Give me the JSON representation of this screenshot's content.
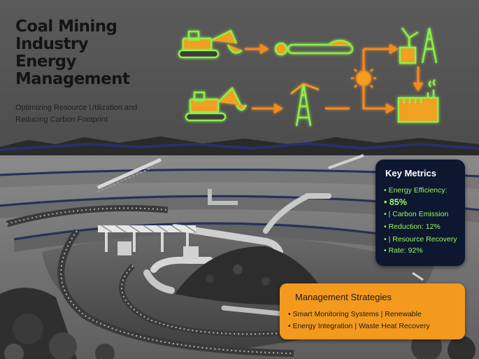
{
  "title": {
    "line1": "Coal Mining",
    "line2": "Industry",
    "line3": "Energy",
    "line4": "Management"
  },
  "subtitle": {
    "line1": "Optimizing Resource Utilization and",
    "line2": "Reducing Carbon Footprint"
  },
  "flow_icons": [
    "bulldozer-icon",
    "conveyor-icon",
    "wind-turbine-icon",
    "oil-rig-icon",
    "excavator-icon",
    "sun-icon",
    "power-plant-icon"
  ],
  "colors": {
    "neon_green": "#8df04a",
    "arrow_orange": "#f28a20",
    "metrics_bg": "#0d1730",
    "metrics_text": "#9bf55e",
    "strategy_bg": "#f39a1e"
  },
  "key_metrics": {
    "title": "Key Metrics",
    "lines": [
      "Energy Efficiency:",
      "85%",
      "| Carbon Emission",
      "Reduction: 12%",
      "| Resource Recovery",
      "Rate: 92%"
    ]
  },
  "management_strategies": {
    "title": "Management Strategies",
    "line1": "Smart Monitoring Systems | Renewable",
    "line2": "Energy Integration | Waste Heat Recovery"
  }
}
